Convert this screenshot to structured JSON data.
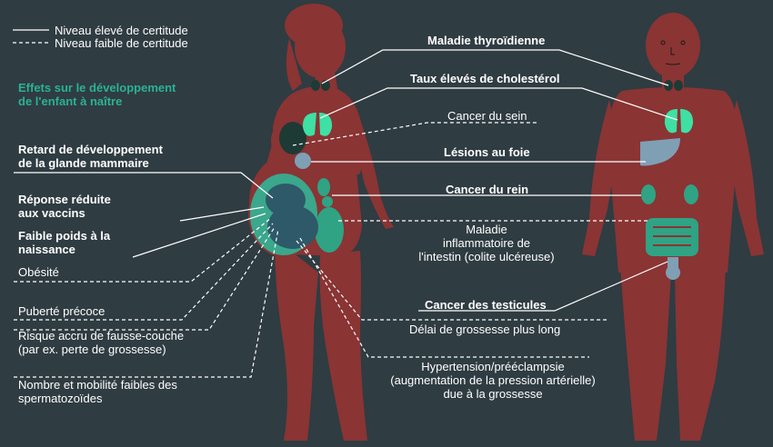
{
  "colors": {
    "background": "#2f3c42",
    "body": "#8a3434",
    "fetus": "#2e5968",
    "uterus": "#3ba78c",
    "organ_teal": "#2fa384",
    "organ_green": "#3ee0a3",
    "organ_blue": "#7f9fb5",
    "breast_dark": "#1e3a35",
    "accent_text": "#2bb292",
    "line": "#ffffff"
  },
  "legend": {
    "solid_label": "Niveau élevé de certitude",
    "dashed_label": "Niveau faible de certitude"
  },
  "left_panel": {
    "heading": "Effets sur le développement\nde l'enfant à naître",
    "items": [
      {
        "text": "Retard de développement\nde la glande mammaire",
        "certainty": "high"
      },
      {
        "text": "Réponse réduite\naux vaccins",
        "certainty": "high"
      },
      {
        "text": "Faible poids à la\nnaissance",
        "certainty": "high"
      },
      {
        "text": "Obésité",
        "certainty": "low"
      },
      {
        "text": "Puberté précoce",
        "certainty": "low"
      },
      {
        "text": "Risque accru de fausse-couche\n(par ex. perte de grossesse)",
        "certainty": "low"
      },
      {
        "text": "Nombre et mobilité faibles des\nspermatozoïdes",
        "certainty": "low"
      }
    ]
  },
  "center_labels": {
    "thyroid": "Maladie thyroïdienne",
    "cholesterol": "Taux élevés de cholestérol",
    "breast_cancer": "Cancer du sein",
    "liver": "Lésions au foie",
    "kidney": "Cancer du rein",
    "colitis": "Maladie\ninflammatoire de\nl'intestin (colite ulcéreuse)",
    "testicular": "Cancer des testicules",
    "pregnancy_delay": "Délai de grossesse plus long",
    "hypertension": "Hypertension/prééclampsie\n(augmentation de la pression artérielle)\ndue à la grossesse"
  }
}
